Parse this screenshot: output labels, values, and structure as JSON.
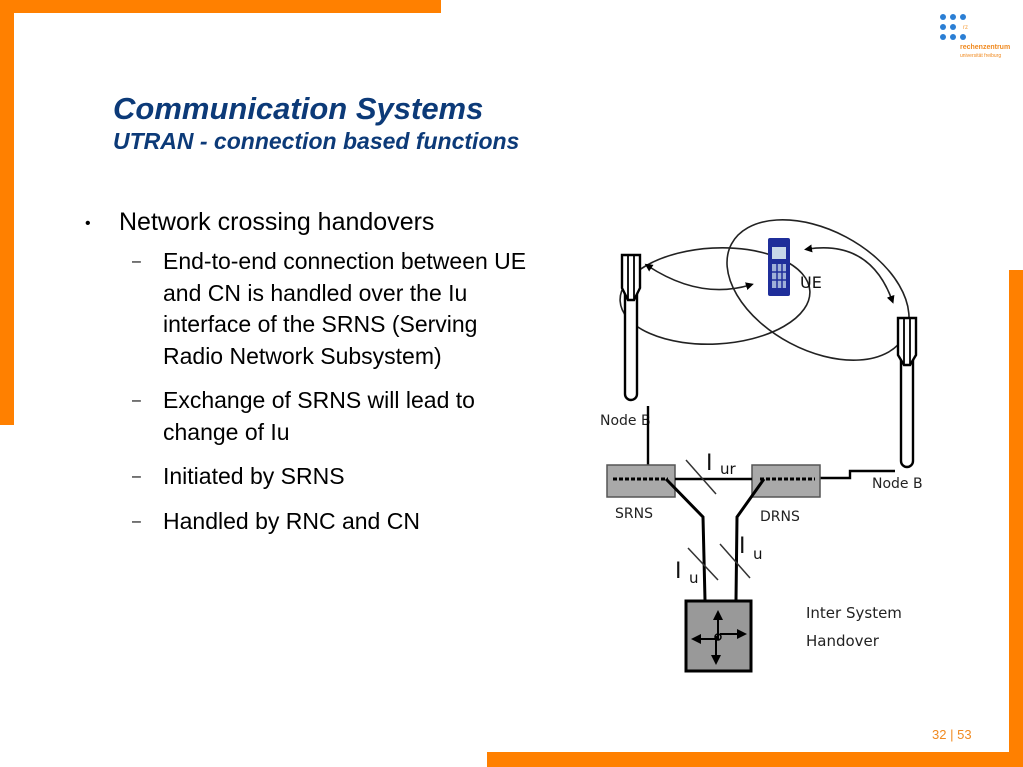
{
  "slide": {
    "title": "Communication Systems",
    "subtitle": "UTRAN - connection based functions",
    "logo": {
      "abbr": "rz",
      "name": "rechenzentrum",
      "institution": "universität freiburg"
    },
    "bullets": [
      {
        "text": "Network crossing handovers",
        "sub": [
          "End-to-end connection between UE and CN is handled over the Iu interface of the SRNS (Serving Radio Network Subsystem)",
          "Exchange of SRNS will lead to change of Iu",
          "Initiated by SRNS",
          "Handled by RNC and CN"
        ]
      }
    ],
    "bullet_glyph": "•",
    "dash_glyph": "–",
    "page": {
      "current": "32",
      "separator": "|",
      "total": "53"
    },
    "colors": {
      "accent": "#ff8000",
      "title": "#0c3a78",
      "logo_blue": "#2b7fd4"
    }
  },
  "diagram": {
    "ue_label": "UE",
    "node_b_left": "Node B",
    "node_b_right": "Node B",
    "srns_label": "SRNS",
    "drns_label": "DRNS",
    "iur_main": "I",
    "iur_sub": "ur",
    "iu_left_main": "I",
    "iu_left_sub": "u",
    "iu_right_main": "I",
    "iu_right_sub": "u",
    "handover_line1": "Inter System",
    "handover_line2": "Handover"
  }
}
